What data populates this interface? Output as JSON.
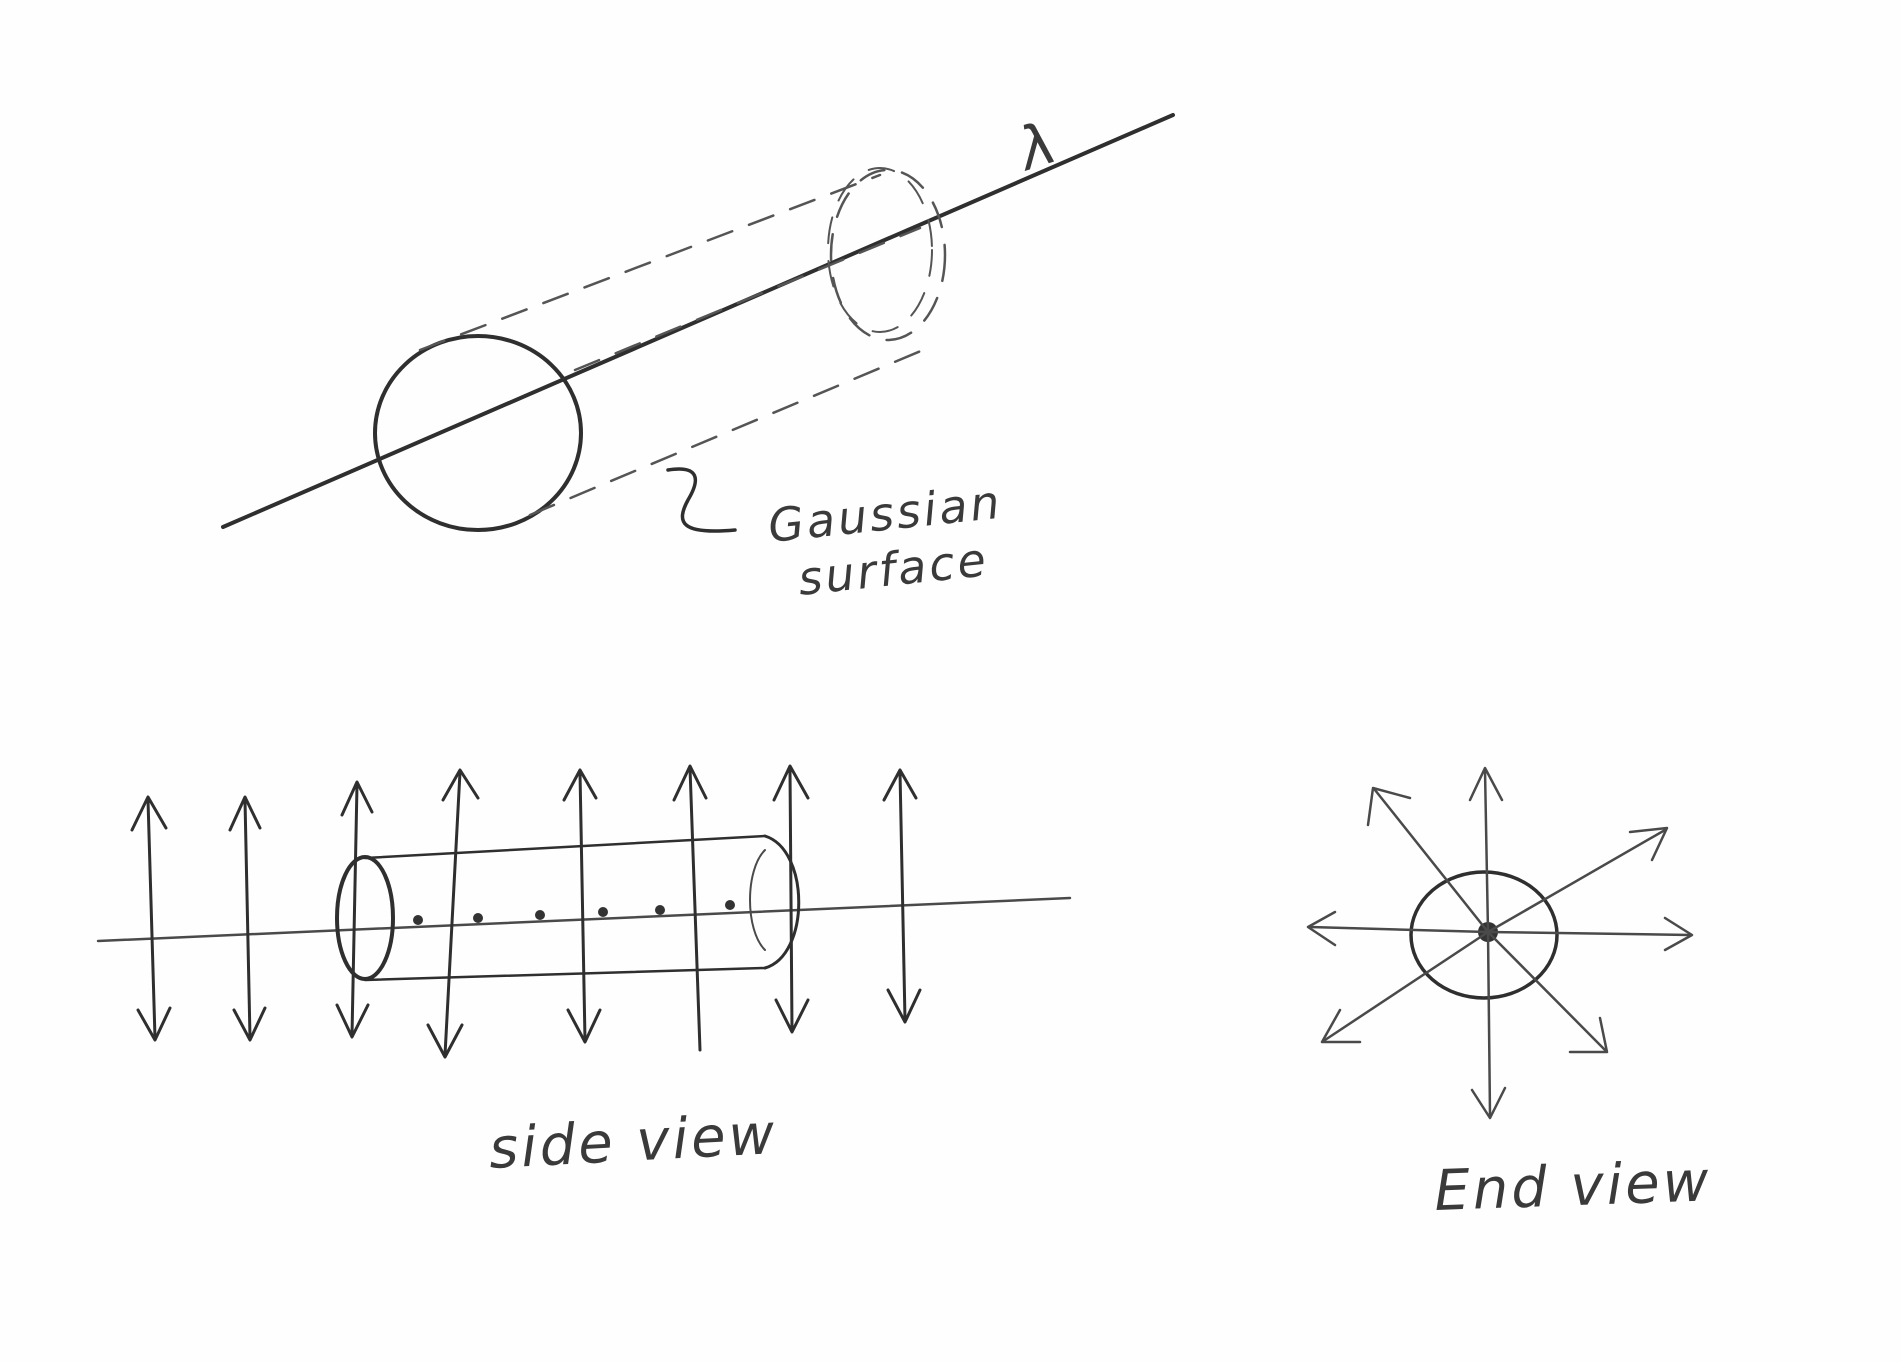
{
  "labels": {
    "lambda": "λ",
    "gaussian_surface": [
      "Gaussian",
      "surface"
    ],
    "side_view": "side view",
    "end_view": "End view"
  },
  "colors": {
    "ink": "#2f2f2f",
    "paper": "#fefefe"
  }
}
